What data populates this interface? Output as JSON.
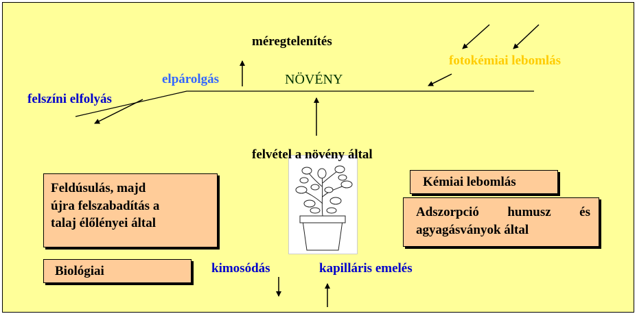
{
  "labels": {
    "meregtelenites": "méregtelenítés",
    "fotokemiai": "fotokémiai lebomlás",
    "elparolgas": "elpárolgás",
    "noveny": "NÖVÉNY",
    "felszini": "felszíni elfolyás",
    "felvetel": "felvétel a növény által",
    "kimosodas": "kimosódás",
    "kapillaris": "kapilláris emelés"
  },
  "boxes": {
    "feldusulas": {
      "line1": "Feldúsulás, majd",
      "line2": "újra felszabadítás a",
      "line3": "talaj élőlényei által"
    },
    "biologiai": "Biológiai",
    "kemiai": "Kémiai lebomlás",
    "adszorpcio": {
      "line1": "Adszorpció humusz és",
      "line2": "agyagásványok által"
    }
  },
  "colors": {
    "background": "#ffff99",
    "box_fill": "#ffcc99",
    "blue_text": "#0000cc",
    "light_blue_text": "#3366ff",
    "gold_text": "#ffcc00",
    "green_text": "#003300"
  },
  "icons": {
    "plant": "potted-plant-icon"
  }
}
